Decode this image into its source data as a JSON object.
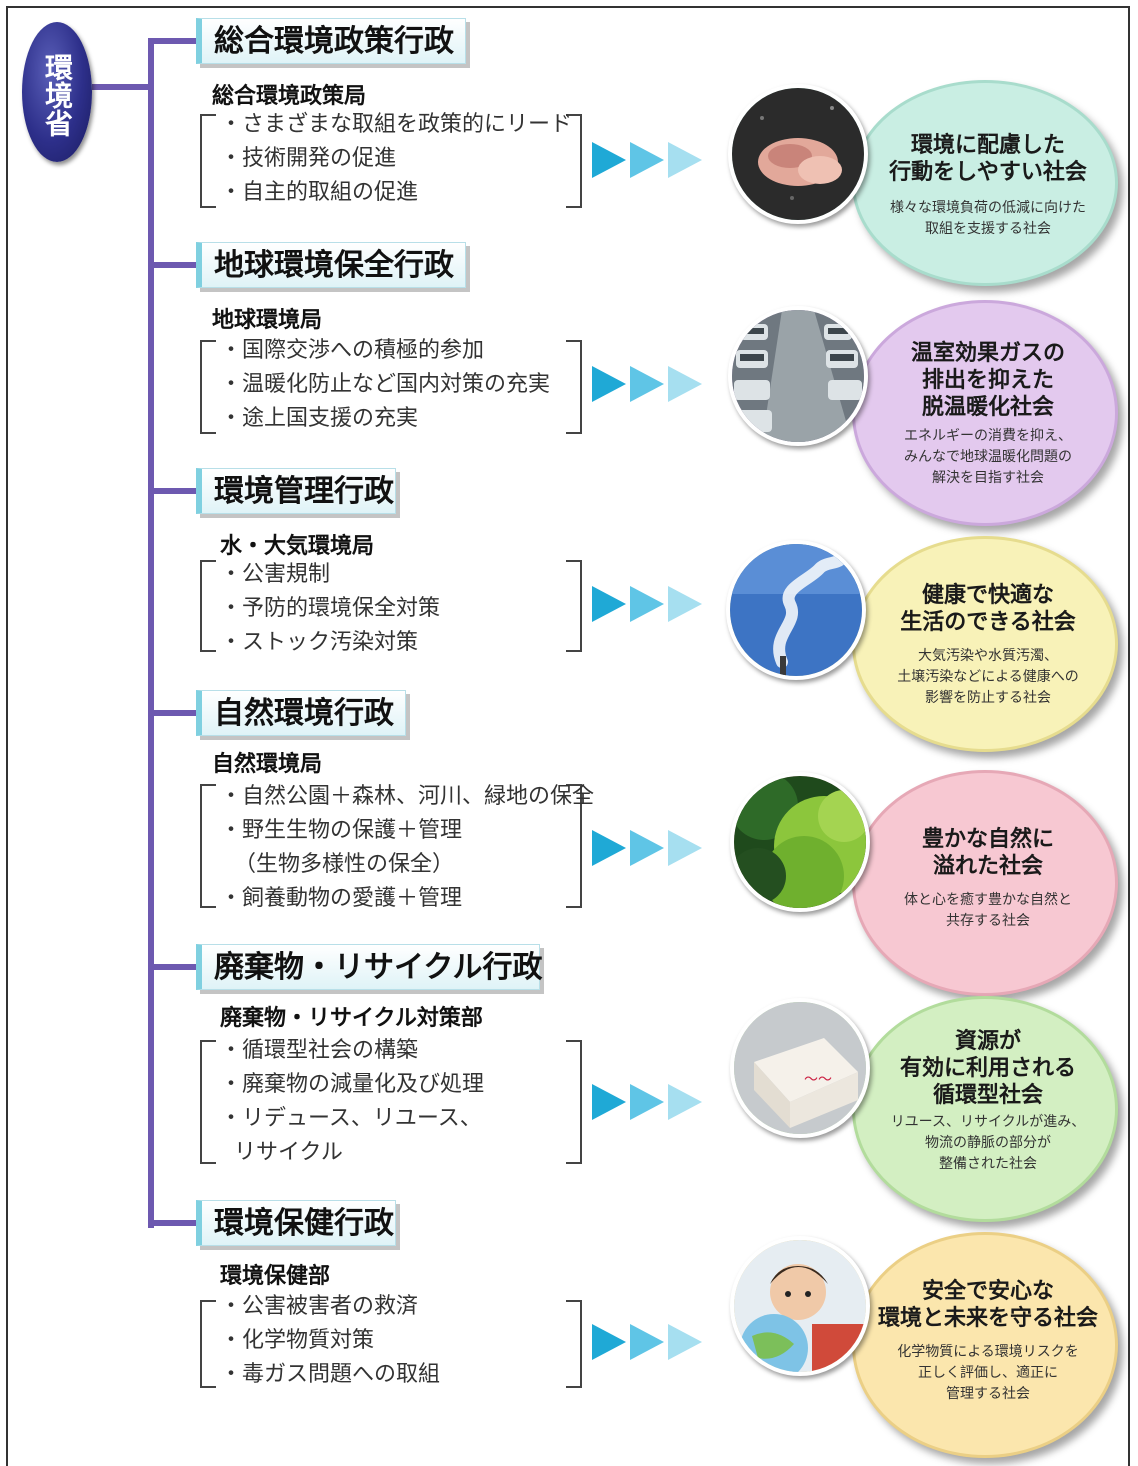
{
  "root_label": "環境省",
  "branches": [
    {
      "category": "総合環境政策行政",
      "bureau": "総合環境政策局",
      "items": [
        "・さまざまな取組を政策的にリード",
        "・技術開発の促進",
        "・自主的取組の促進"
      ],
      "goal_title": "環境に配慮した\n行動をしやすい社会",
      "goal_desc": "様々な環境負荷の低減に向けた\n取組を支援する社会",
      "goal_color": "#c9eee3",
      "ring_color": "#a8dccc",
      "photo_icon": "hands-water-photo"
    },
    {
      "category": "地球環境保全行政",
      "bureau": "地球環境局",
      "items": [
        "・国際交渉への積極的参加",
        "・温暖化防止など国内対策の充実",
        "・途上国支援の充実"
      ],
      "goal_title": "温室効果ガスの\n排出を抑えた\n脱温暖化社会",
      "goal_desc": "エネルギーの消費を抑え、\nみんなで地球温暖化問題の\n解決を目指す社会",
      "goal_color": "#e3c9ee",
      "ring_color": "#cba8dc",
      "photo_icon": "traffic-jam-photo"
    },
    {
      "category": "環境管理行政",
      "bureau": "水・大気環境局",
      "items": [
        "・公害規制",
        "・予防的環境保全対策",
        "・ストック汚染対策"
      ],
      "goal_title": "健康で快適な\n生活のできる社会",
      "goal_desc": "大気汚染や水質汚濁、\n土壌汚染などによる健康への\n影響を防止する社会",
      "goal_color": "#f8f2b8",
      "ring_color": "#e6dc8e",
      "photo_icon": "smokestack-sky-photo"
    },
    {
      "category": "自然環境行政",
      "bureau": "自然環境局",
      "items": [
        "・自然公園＋森林、河川、緑地の保全",
        "・野生生物の保護＋管理",
        "（生物多様性の保全）",
        "・飼養動物の愛護＋管理"
      ],
      "goal_title": "豊かな自然に\n溢れた社会",
      "goal_desc": "体と心を癒す豊かな自然と\n共存する社会",
      "goal_color": "#f7c8d2",
      "ring_color": "#e6a8b6",
      "photo_icon": "forest-photo"
    },
    {
      "category": "廃棄物・リサイクル行政",
      "bureau": "廃棄物・リサイクル対策部",
      "items": [
        "・循環型社会の構築",
        "・廃棄物の減量化及び処理",
        "・リデュース、リユース、",
        "リサイクル"
      ],
      "goal_title": "資源が\n有効に利用される\n循環型社会",
      "goal_desc": "リユース、リサイクルが進み、\n物流の静脈の部分が\n整備された社会",
      "goal_color": "#d3efc2",
      "ring_color": "#b2dc9c",
      "photo_icon": "recycled-box-photo"
    },
    {
      "category": "環境保健行政",
      "bureau": "環境保健部",
      "items": [
        "・公害被害者の救済",
        "・化学物質対策",
        "・毒ガス問題への取組"
      ],
      "goal_title": "安全で安心な\n環境と未来を守る社会",
      "goal_desc": "化学物質による環境リスクを\n正しく評価し、適正に\n管理する社会",
      "goal_color": "#fbe6ad",
      "ring_color": "#ebcf85",
      "photo_icon": "child-globe-photo"
    }
  ]
}
